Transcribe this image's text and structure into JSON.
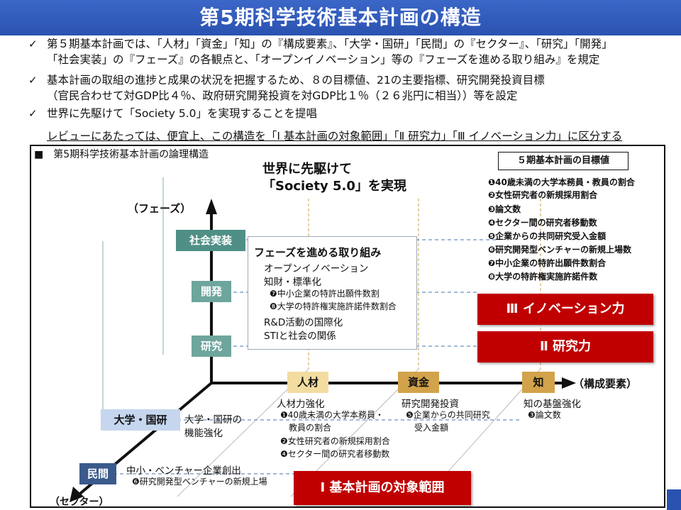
{
  "title": "第5期科学技術基本計画の構造",
  "bullets": [
    "第５期基本計画では、「人材」「資金」「知」の『構成要素』、「大学・国研」「民間」の『セクター』、「研究」「開発」",
    "「社会実装」の『フェーズ』の各観点と、「オープンイノベーション」等の『フェーズを進める取り組み』を規定",
    "基本計画の取組の進捗と成果の状況を把握するため、８の目標値、21の主要指標、研究開発投資目標",
    "（官民合わせて対GDP比４％、政府研究開発投資を対GDP比１％（２６兆円に相当））等を設定",
    "世界に先駆けて「Society 5.0」を実現することを提唱"
  ],
  "checkmark": "✓",
  "review_note": "レビューにあたっては、便宜上、この構造を「Ⅰ 基本計画の対象範囲」「Ⅱ 研究力」「Ⅲ イノベーション力」に区分する",
  "diagram": {
    "header": "■　第5期科学技術基本計画の論理構造",
    "society_line1": "世界に先駆けて",
    "society_line2": "「Society 5.0」を実現",
    "phase_axis_label": "（フェーズ）",
    "component_axis_label": "（構成要素）",
    "sector_axis_label": "（セクター）",
    "phases": {
      "social": "社会実装",
      "development": "開発",
      "research": "研究"
    },
    "components": {
      "people": "人材",
      "funds": "資金",
      "knowledge": "知"
    },
    "sectors": {
      "university": "大学・国研",
      "private": "民間"
    },
    "phase_box": {
      "title": "フェーズを進める取り組み",
      "items": [
        "オープンイノベーション",
        "知財・標準化"
      ],
      "goals": [
        "❼中小企業の特許出願件数割",
        "❽大学の特許権実施許諾件数割合"
      ],
      "extra": [
        "R&D活動の国際化",
        "STIと社会の関係"
      ]
    },
    "people_text": "人材力強化",
    "people_goals": [
      "❶40歳未満の大学本務員・",
      "教員の割合",
      "❷女性研究者の新規採用割合",
      "❹セクター間の研究者移動数"
    ],
    "funds_text": "研究開発投資",
    "funds_goals": [
      "❺企業からの共同研究",
      "受入金額"
    ],
    "knowledge_text": "知の基盤強化",
    "knowledge_goals": [
      "❸論文数"
    ],
    "university_text": [
      "大学・国研の",
      "機能強化"
    ],
    "private_text": "中小・ベンチャー企業創出",
    "private_goal": "❻研究開発型ベンチャーの新規上場",
    "goals_title": "５期基本計画の目標値",
    "goals": [
      "❶40歳未満の大学本務員・教員の割合",
      "❷女性研究者の新規採用割合",
      "❸論文数",
      "❹セクター間の研究者移動数",
      "❺企業からの共同研究受入金額",
      "❻研究開発型ベンチャーの新規上場数",
      "❼中小企業の特許出願件数割合",
      "❽大学の特許権実施許諾件数"
    ],
    "red_boxes": {
      "innovation": "Ⅲ イノベーション力",
      "research": "Ⅱ 研究力",
      "scope": "Ⅰ 基本計画の対象範囲"
    }
  },
  "colors": {
    "title_bar": "#2a52b0",
    "teal": "#4f8f86",
    "red": "#c00000",
    "ochre": "#d2a34a"
  }
}
